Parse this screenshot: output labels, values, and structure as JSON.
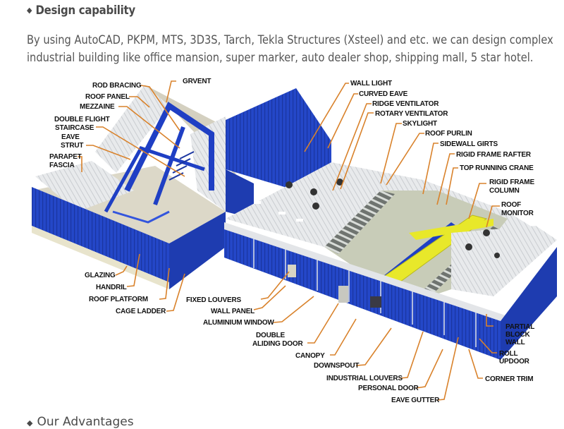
{
  "section": {
    "bullet_icon": "diamond-bullet-icon",
    "title": "Design capability",
    "paragraph_lines": [
      "By using AutoCAD, PKPM, MTS, 3D3S, Tarch, Tekla Structures (Xsteel) and etc. we can design complex",
      "industrial building like office mansion, super marker, auto dealer shop, shipping mall, 5 star hotel."
    ]
  },
  "diagram": {
    "colors": {
      "wall_blue": "#1f3fc4",
      "roof_white": "#e6e8ea",
      "crane_yellow": "#e8e82a",
      "leader_orange": "#d9822b",
      "label_black": "#111111"
    },
    "labels_left": {
      "rod_bracing": "ROD BRACING",
      "grvent": "GRVENT",
      "roof_panel": "ROOF PANEL",
      "mezzaine": "MEZZAINE",
      "double_flight_1": "DOUBLE FLIGHT",
      "double_flight_2": "STAIRCASE",
      "eave_strut_1": "EAVE",
      "eave_strut_2": "STRUT",
      "parapet_1": "PARAPET",
      "parapet_2": "FASCIA",
      "glazing": "GLAZING",
      "handril": "HANDRIL",
      "roof_platform": "ROOF PLATFORM",
      "cage_ladder": "CAGE LADDER"
    },
    "labels_right": {
      "wall_light": "WALL LIGHT",
      "curved_eave": "CURVED EAVE",
      "ridge_ventilator": "RIDGE VENTILATOR",
      "rotary_ventilator": "ROTARY VENTILATOR",
      "skylight": "SKYLIGHT",
      "roof_purlin": "ROOF PURLIN",
      "sidewall_girts": "SIDEWALL GIRTS",
      "rigid_frame_rafter": "RIGID FRAME RAFTER",
      "top_running_crane": "TOP RUNNING CRANE",
      "rigid_frame_column_1": "RIGID FRAME",
      "rigid_frame_column_2": "COLUMN",
      "roof_monitor_1": "ROOF",
      "roof_monitor_2": "MONITOR",
      "partial_block_1": "PARTIAL",
      "partial_block_2": "BLOCK",
      "partial_block_3": "WALL",
      "roll_updoor_1": "ROLL",
      "roll_updoor_2": "UPDOOR",
      "corner_trim": "CORNER TRIM"
    },
    "labels_bottom": {
      "fixed_louvers": "FIXED LOUVERS",
      "wall_panel": "WALL PANEL",
      "aluminium_window": "ALUMINIUM WINDOW",
      "double_sliding_1": "DOUBLE",
      "double_sliding_2": "ALIDING DOOR",
      "canopy": "CANOPY",
      "downspout": "DOWNSPOUT",
      "industrial_louvers": "INDUSTRIAL LOUVERS",
      "personal_door": "PERSONAL DOOR",
      "eave_gutter": "EAVE GUTTER"
    }
  },
  "next_section": {
    "title": "Our Advantages"
  }
}
